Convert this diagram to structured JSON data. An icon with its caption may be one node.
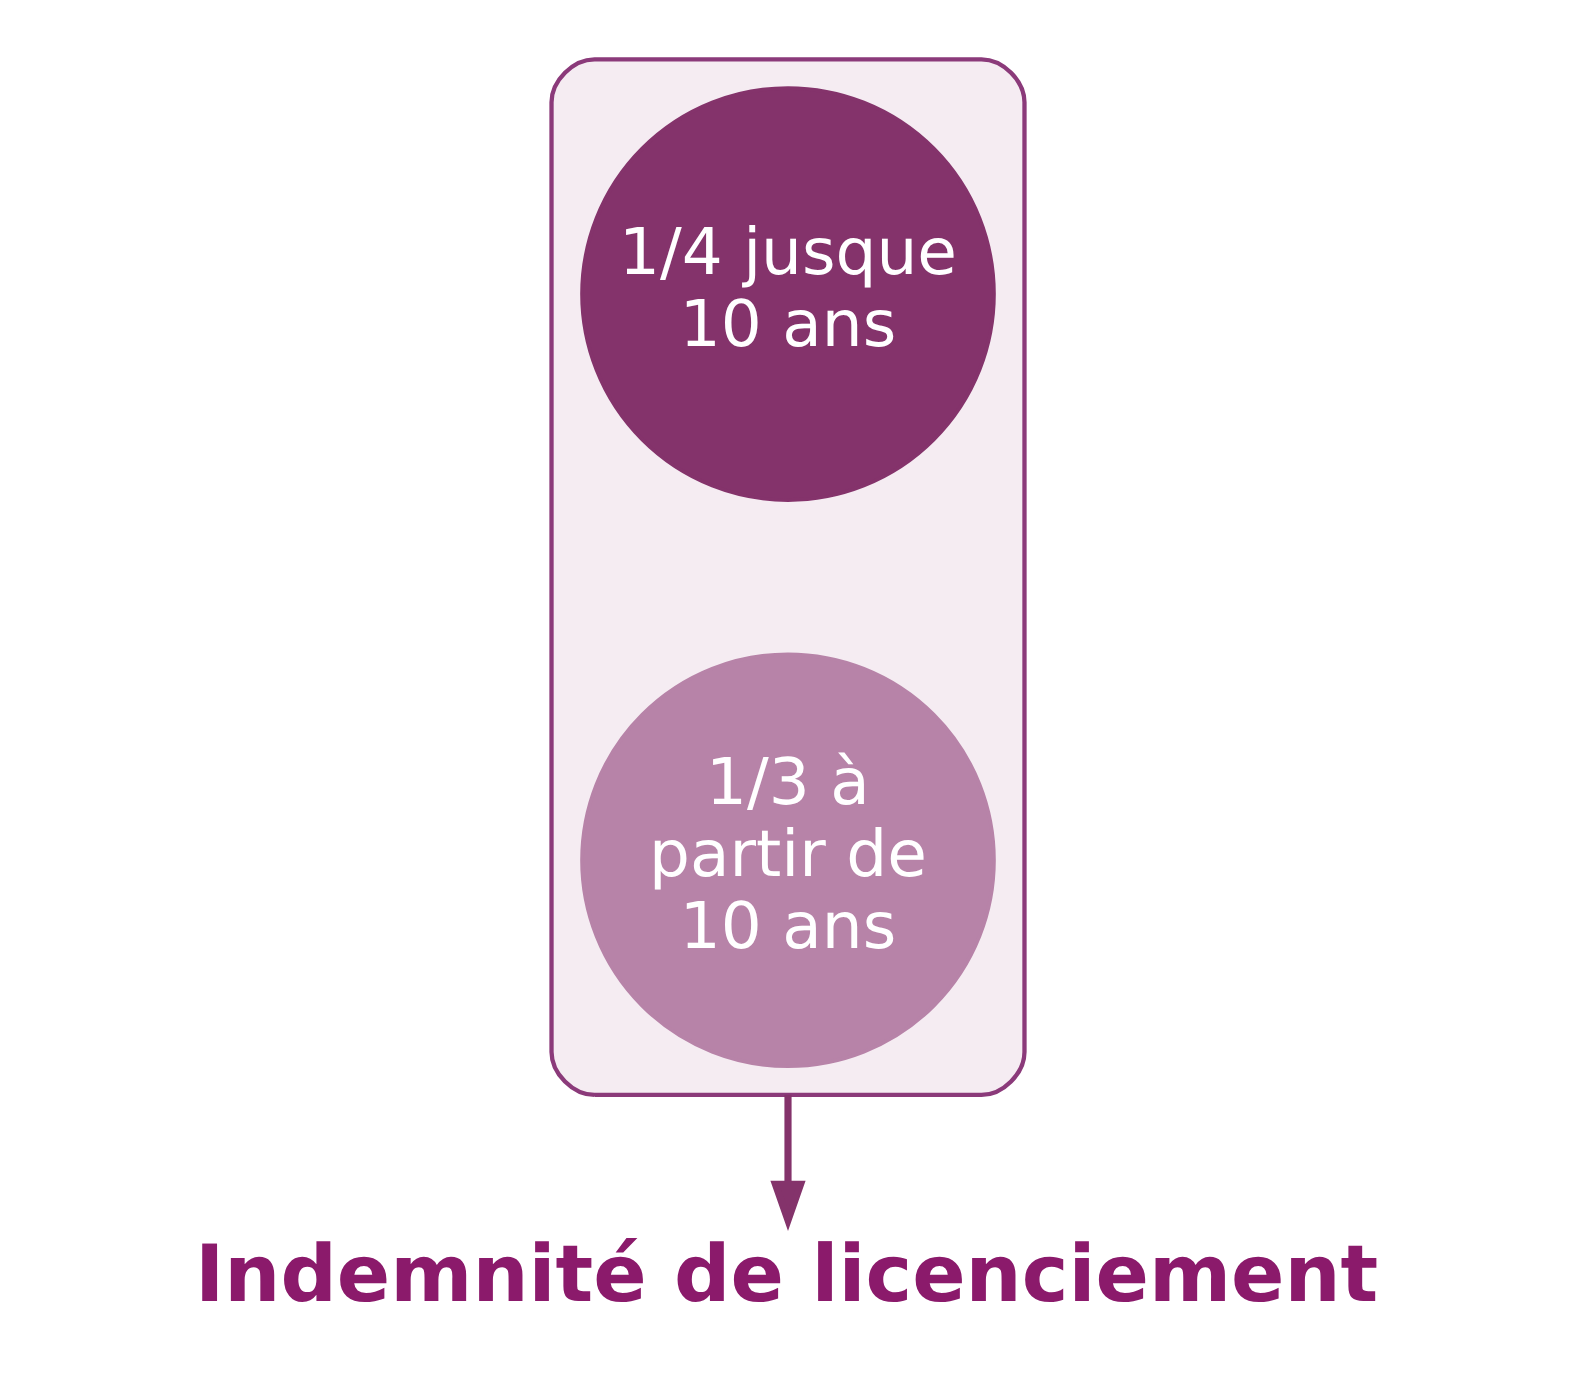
{
  "diagram": {
    "nodes": [
      {
        "text": [],
        "shape": "funnel"
      },
      {
        "text": [
          "1/4 jusque 10 ans"
        ],
        "in": 0
      },
      {
        "text": [
          "1/3 à partir de 10 ans"
        ],
        "in": 0
      },
      {
        "text": [
          "Indemnité de licenciement"
        ]
      }
    ],
    "edges": [
      {
        "from": 0,
        "to": 3,
        "arrow": "to"
      }
    ]
  }
}
